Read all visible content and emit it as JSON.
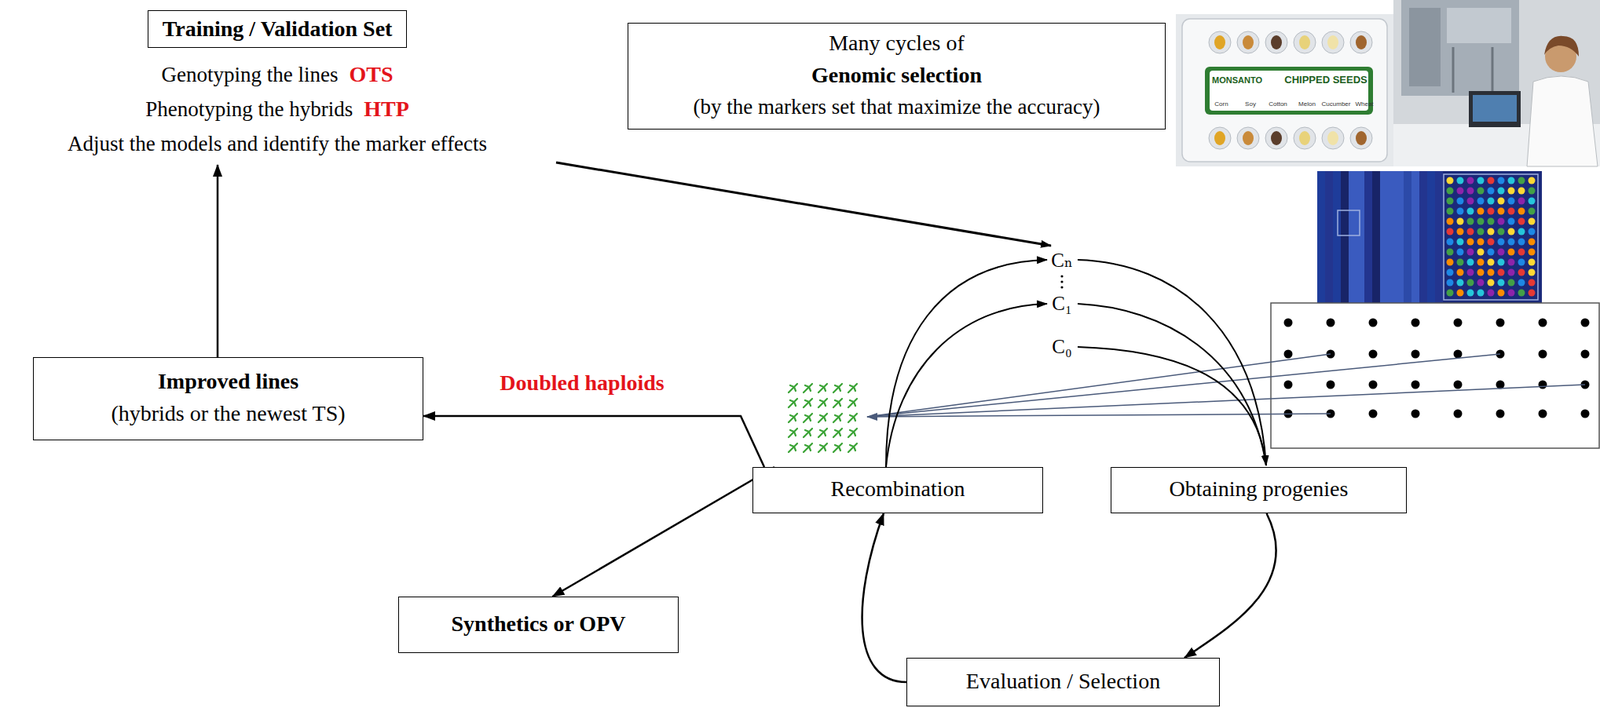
{
  "diagram": {
    "nodes": [
      {
        "text": [
          "Training / Validation Set",
          "Genotyping the lines",
          "OTS",
          "Phenotyping the hybrids",
          "HTP",
          "Adjust the models and identify the marker effects"
        ]
      },
      {
        "text": [
          "Many cycles of",
          "Genomic selection",
          "(by the markers set that maximize the accuracy)"
        ]
      },
      {
        "text": [
          "Improved lines",
          "(hybrids or the newest TS)"
        ]
      },
      {
        "text": [
          "Recombination"
        ]
      },
      {
        "text": [
          "Obtaining progenies"
        ]
      },
      {
        "text": [
          "Synthetics or OPV"
        ]
      },
      {
        "text": [
          "Evaluation / Selection"
        ]
      }
    ],
    "edges": [
      {
        "from": 2,
        "to": 0,
        "arrow": "to"
      },
      {
        "from": 3,
        "to": 2,
        "label": "Doubled haploids",
        "arrow": "to"
      },
      {
        "from": 3,
        "to": 5,
        "arrow": "to"
      },
      {
        "from": 4,
        "to": 6,
        "arrow": "to"
      },
      {
        "from": 6,
        "to": 3,
        "arrow": "to"
      }
    ],
    "labels": [
      "Cₙ",
      "C₁",
      "C₀",
      "MONSANTO",
      "CHIPPED SEEDS",
      "Corn",
      "Soy",
      "Cotton",
      "Melon",
      "Cucumber",
      "Wheat"
    ]
  }
}
